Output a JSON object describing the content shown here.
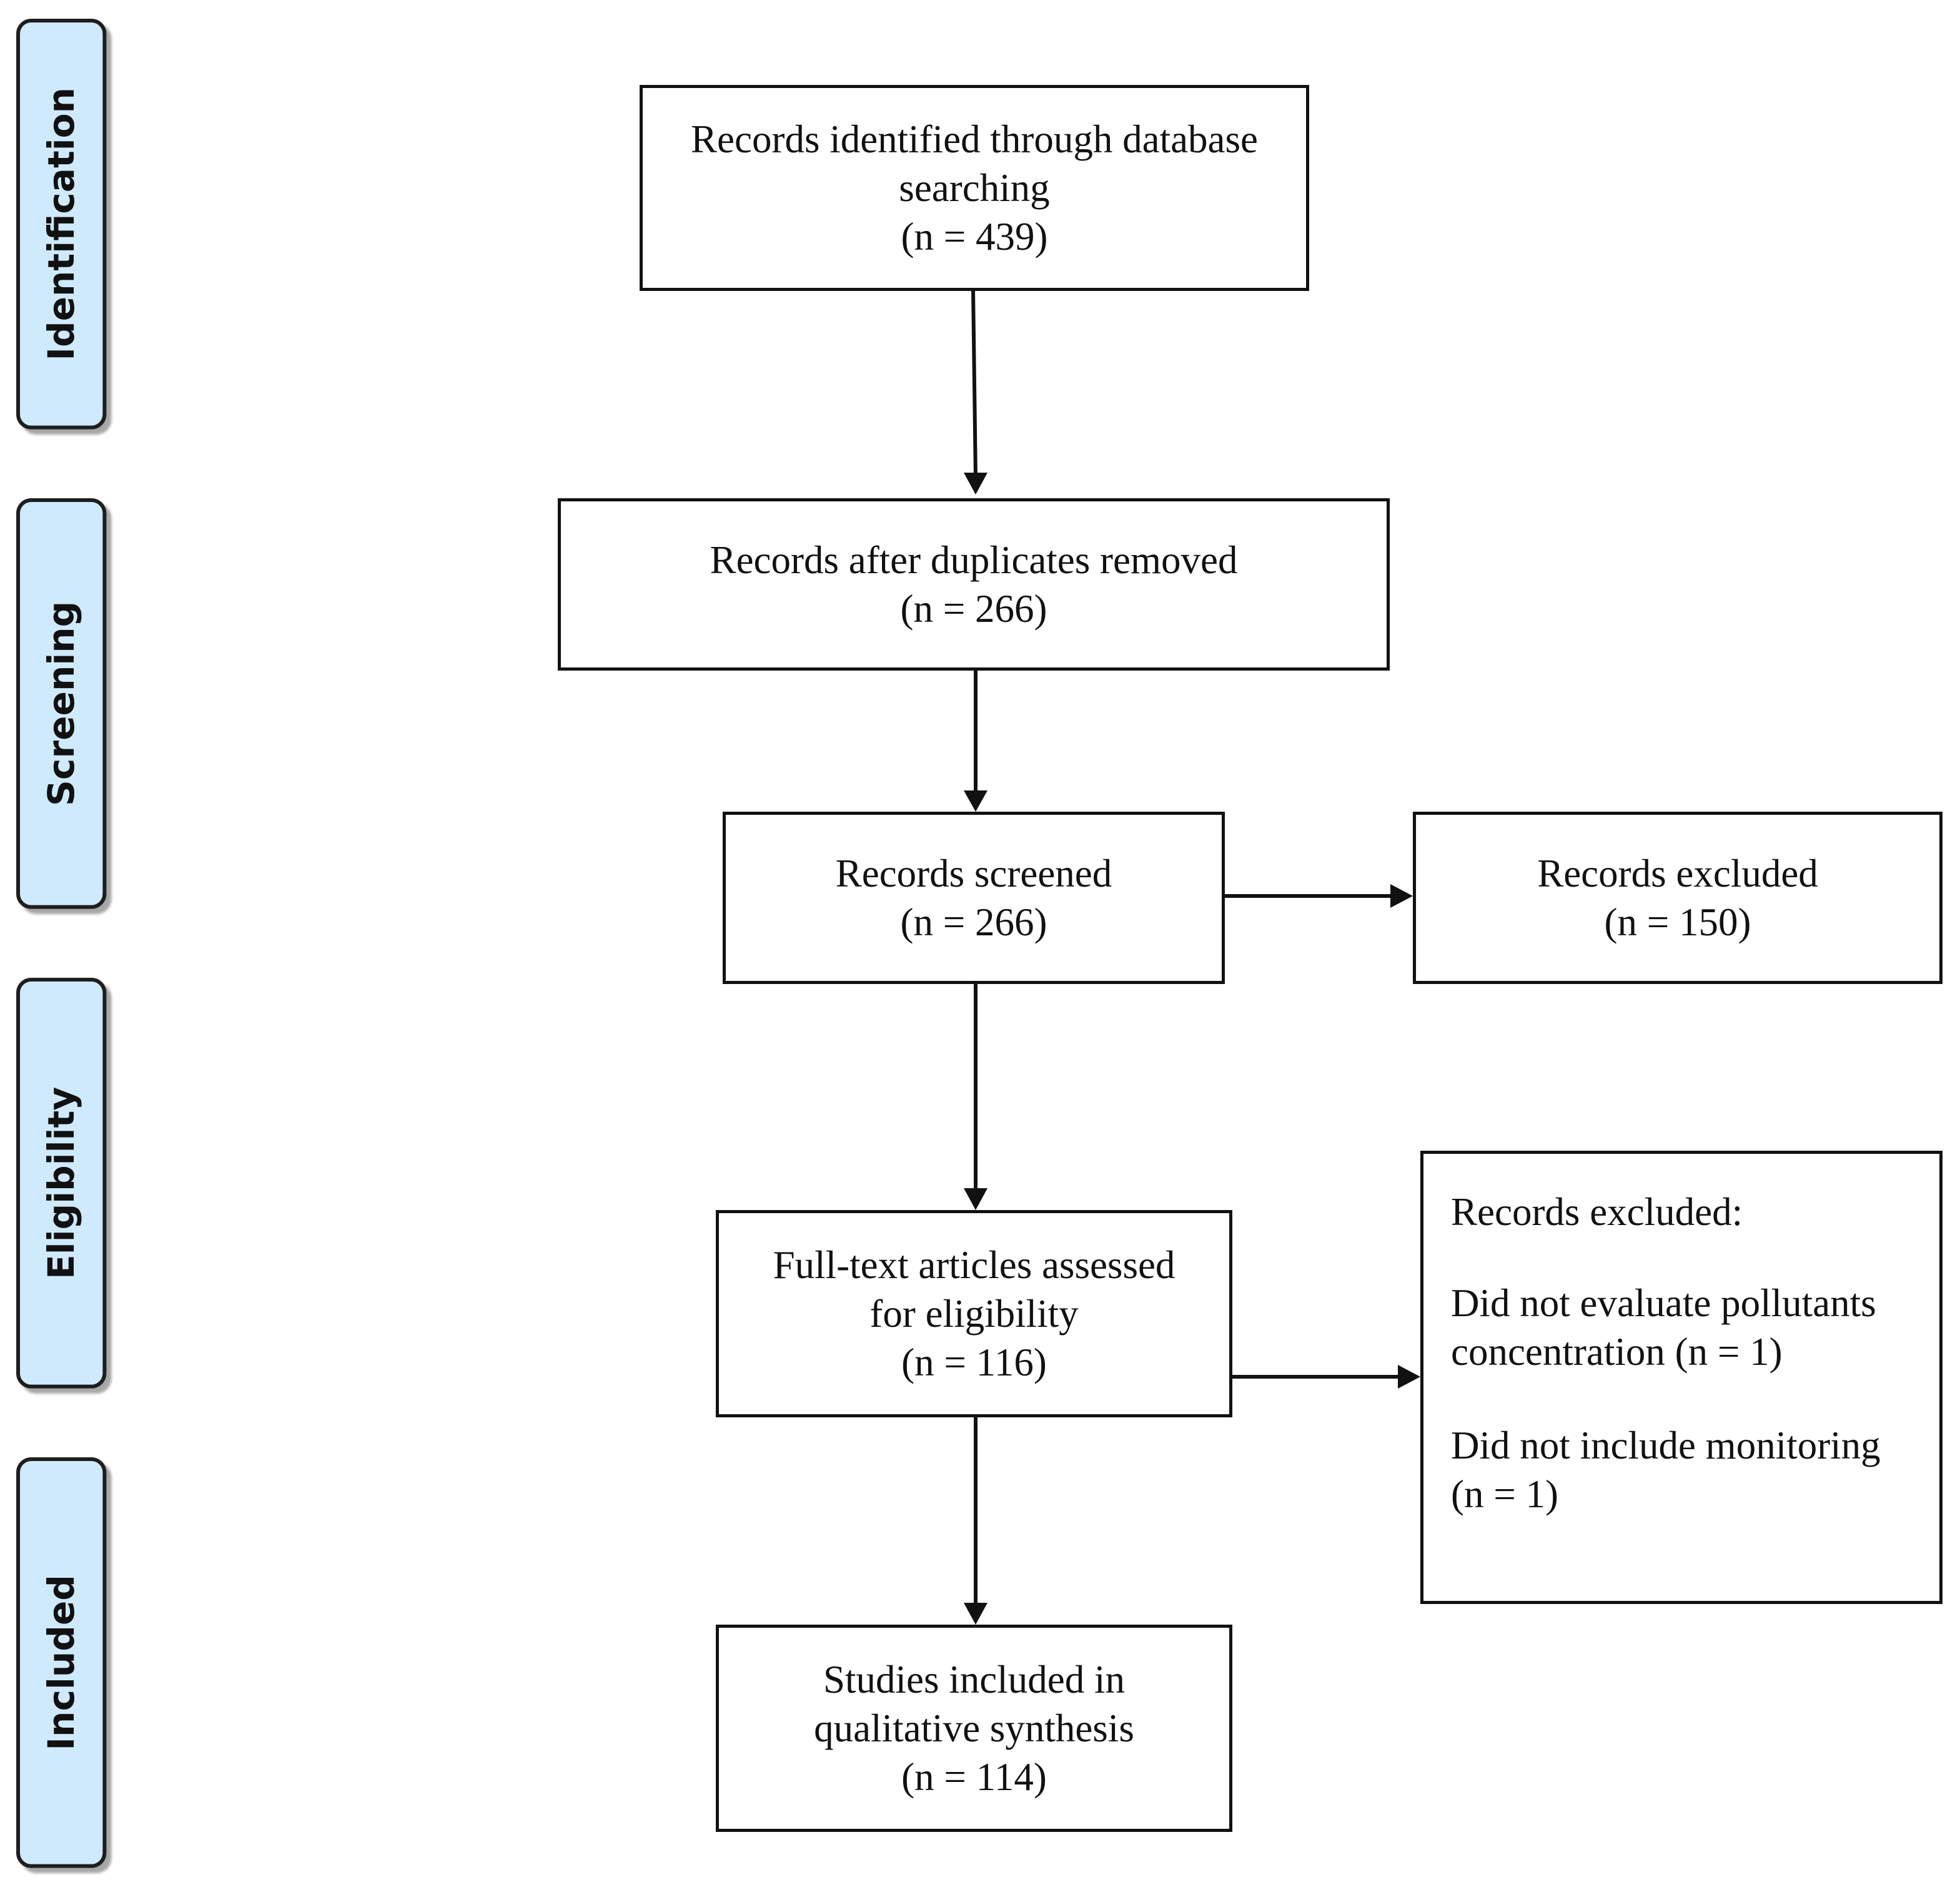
{
  "stages": [
    {
      "id": "identification",
      "label": "Identification"
    },
    {
      "id": "screening",
      "label": "Screening"
    },
    {
      "id": "eligibility",
      "label": "Eligibility"
    },
    {
      "id": "included",
      "label": "Included"
    }
  ],
  "boxes": {
    "identified": {
      "line1": "Records identified through database",
      "line2": "searching",
      "count": "(n = 439)"
    },
    "deduplicated": {
      "line1": "Records after duplicates removed",
      "count": "(n = 266)"
    },
    "screened": {
      "line1": "Records screened",
      "count": "(n = 266)"
    },
    "excluded_screening": {
      "line1": "Records excluded",
      "count": "(n = 150)"
    },
    "fulltext": {
      "line1": "Full-text articles assessed",
      "line2": "for eligibility",
      "count": "(n = 116)"
    },
    "excluded_fulltext": {
      "title": "Records excluded:",
      "reason1_line1": "Did not evaluate pollutants",
      "reason1_line2": "concentration (n = 1)",
      "reason2_line1": "Did not include monitoring",
      "reason2_line2": "(n = 1)"
    },
    "included": {
      "line1": "Studies included in",
      "line2": "qualitative synthesis",
      "count": "(n = 114)"
    }
  }
}
